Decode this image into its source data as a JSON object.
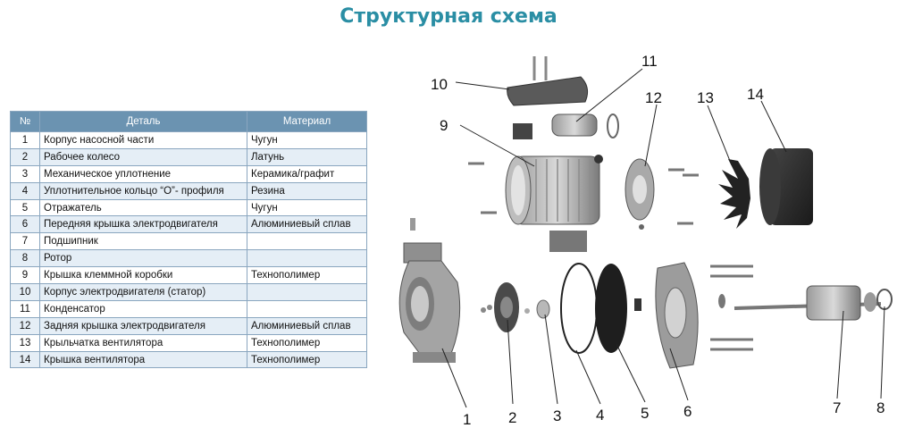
{
  "title": "Структурная схема",
  "table": {
    "headers": [
      "№",
      "Деталь",
      "Материал"
    ],
    "rows": [
      {
        "num": "1",
        "part": "Корпус насосной части",
        "material": "Чугун"
      },
      {
        "num": "2",
        "part": "Рабочее колесо",
        "material": "Латунь"
      },
      {
        "num": "3",
        "part": "Механическое уплотнение",
        "material": "Керамика/графит"
      },
      {
        "num": "4",
        "part": "Уплотнительное кольцо “О”- профиля",
        "material": "Резина"
      },
      {
        "num": "5",
        "part": "Отражатель",
        "material": "Чугун"
      },
      {
        "num": "6",
        "part": "Передняя крышка электродвигателя",
        "material": "Алюминиевый сплав"
      },
      {
        "num": "7",
        "part": "Подшипник",
        "material": ""
      },
      {
        "num": "8",
        "part": "Ротор",
        "material": ""
      },
      {
        "num": "9",
        "part": "Крышка клеммной коробки",
        "material": "Технополимер"
      },
      {
        "num": "10",
        "part": "Корпус электродвигателя (статор)",
        "material": ""
      },
      {
        "num": "11",
        "part": "Конденсатор",
        "material": ""
      },
      {
        "num": "12",
        "part": "Задняя крышка электродвигателя",
        "material": "Алюминиевый сплав"
      },
      {
        "num": "13",
        "part": "Крыльчатка вентилятора",
        "material": "Технополимер"
      },
      {
        "num": "14",
        "part": "Крышка вентилятора",
        "material": "Технополимер"
      }
    ]
  },
  "callouts": [
    "1",
    "2",
    "3",
    "4",
    "5",
    "6",
    "7",
    "8",
    "9",
    "10",
    "11",
    "12",
    "13",
    "14"
  ]
}
